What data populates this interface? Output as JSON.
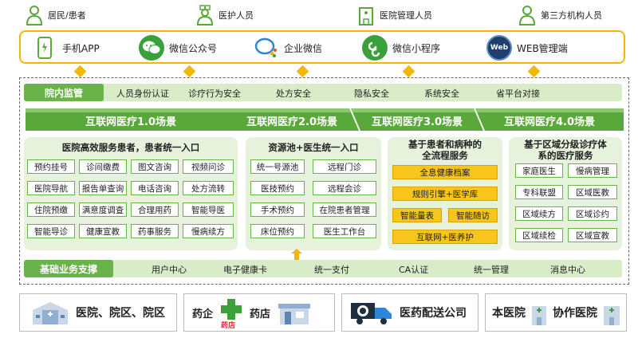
{
  "personas": [
    {
      "label": "居民/患者",
      "icon": "person-icon"
    },
    {
      "label": "医护人员",
      "icon": "doctor-icon"
    },
    {
      "label": "医院管理人员",
      "icon": "hospital-building-icon"
    },
    {
      "label": "第三方机构人员",
      "icon": "person-icon"
    }
  ],
  "channels": [
    {
      "label": "手机APP",
      "icon": "phone-icon"
    },
    {
      "label": "微信公众号",
      "icon": "wechat-icon"
    },
    {
      "label": "企业微信",
      "icon": "work-wechat-icon"
    },
    {
      "label": "微信小程序",
      "icon": "miniprogram-icon"
    },
    {
      "label": "WEB管理端",
      "icon": "web-icon",
      "icon_text": "Web"
    }
  ],
  "monitor_bar": {
    "tag": "院内监管",
    "items": [
      "人员身份认证",
      "诊疗行为安全",
      "处方安全",
      "隐私安全",
      "系统安全",
      "省平台对接"
    ]
  },
  "scenes": [
    "互联网医疗1.0场景",
    "互联网医疗2.0场景",
    "互联网医疗3.0场景",
    "互联网医疗4.0场景"
  ],
  "panel1": {
    "title": "医院高效服务患者，患者统一入口",
    "cells": [
      "预约挂号",
      "诊间缴费",
      "图文咨询",
      "视频问诊",
      "医院导航",
      "报告单查询",
      "电话咨询",
      "处方流转",
      "住院预缴",
      "满意度调查",
      "合理用药",
      "智能导医",
      "智能导诊",
      "健康宣教",
      "药事服务",
      "慢病续方"
    ]
  },
  "panel2": {
    "title": "资源池+医生统一入口",
    "cells": [
      "统一号源池",
      "远程门诊",
      "医技预约",
      "远程会诊",
      "手术预约",
      "在院患者管理",
      "床位预约",
      "医生工作台"
    ]
  },
  "panel3": {
    "title_line1": "基于患者和病种的",
    "title_line2": "全流程服务",
    "cells": [
      "全息健康档案",
      "规则引擎+医学库",
      "智能量表",
      "智能随访",
      "互联网+医养护"
    ]
  },
  "panel4": {
    "title_line1": "基于区域分级诊疗体",
    "title_line2": "系的医疗服务",
    "cells": [
      "家庭医生",
      "慢病管理",
      "专科联盟",
      "区域医教",
      "区域续方",
      "区域诊约",
      "区域续检",
      "区域宣教"
    ]
  },
  "base_bar": {
    "tag": "基础业务支撑",
    "items": [
      "用户中心",
      "电子健康卡",
      "统一支付",
      "CA认证",
      "统一管理",
      "消息中心"
    ]
  },
  "bottom": {
    "b1": "医院、院区、院区",
    "b2a": "药企",
    "b2b": "药店",
    "b2_badge": "药店",
    "b3": "医药配送公司",
    "b4a": "本医院",
    "b4b": "协作医院"
  },
  "colors": {
    "green": "#6ab34a",
    "light_green": "#e6f2dc",
    "yellow": "#f2b705",
    "scene_green": "#5aa83a"
  }
}
